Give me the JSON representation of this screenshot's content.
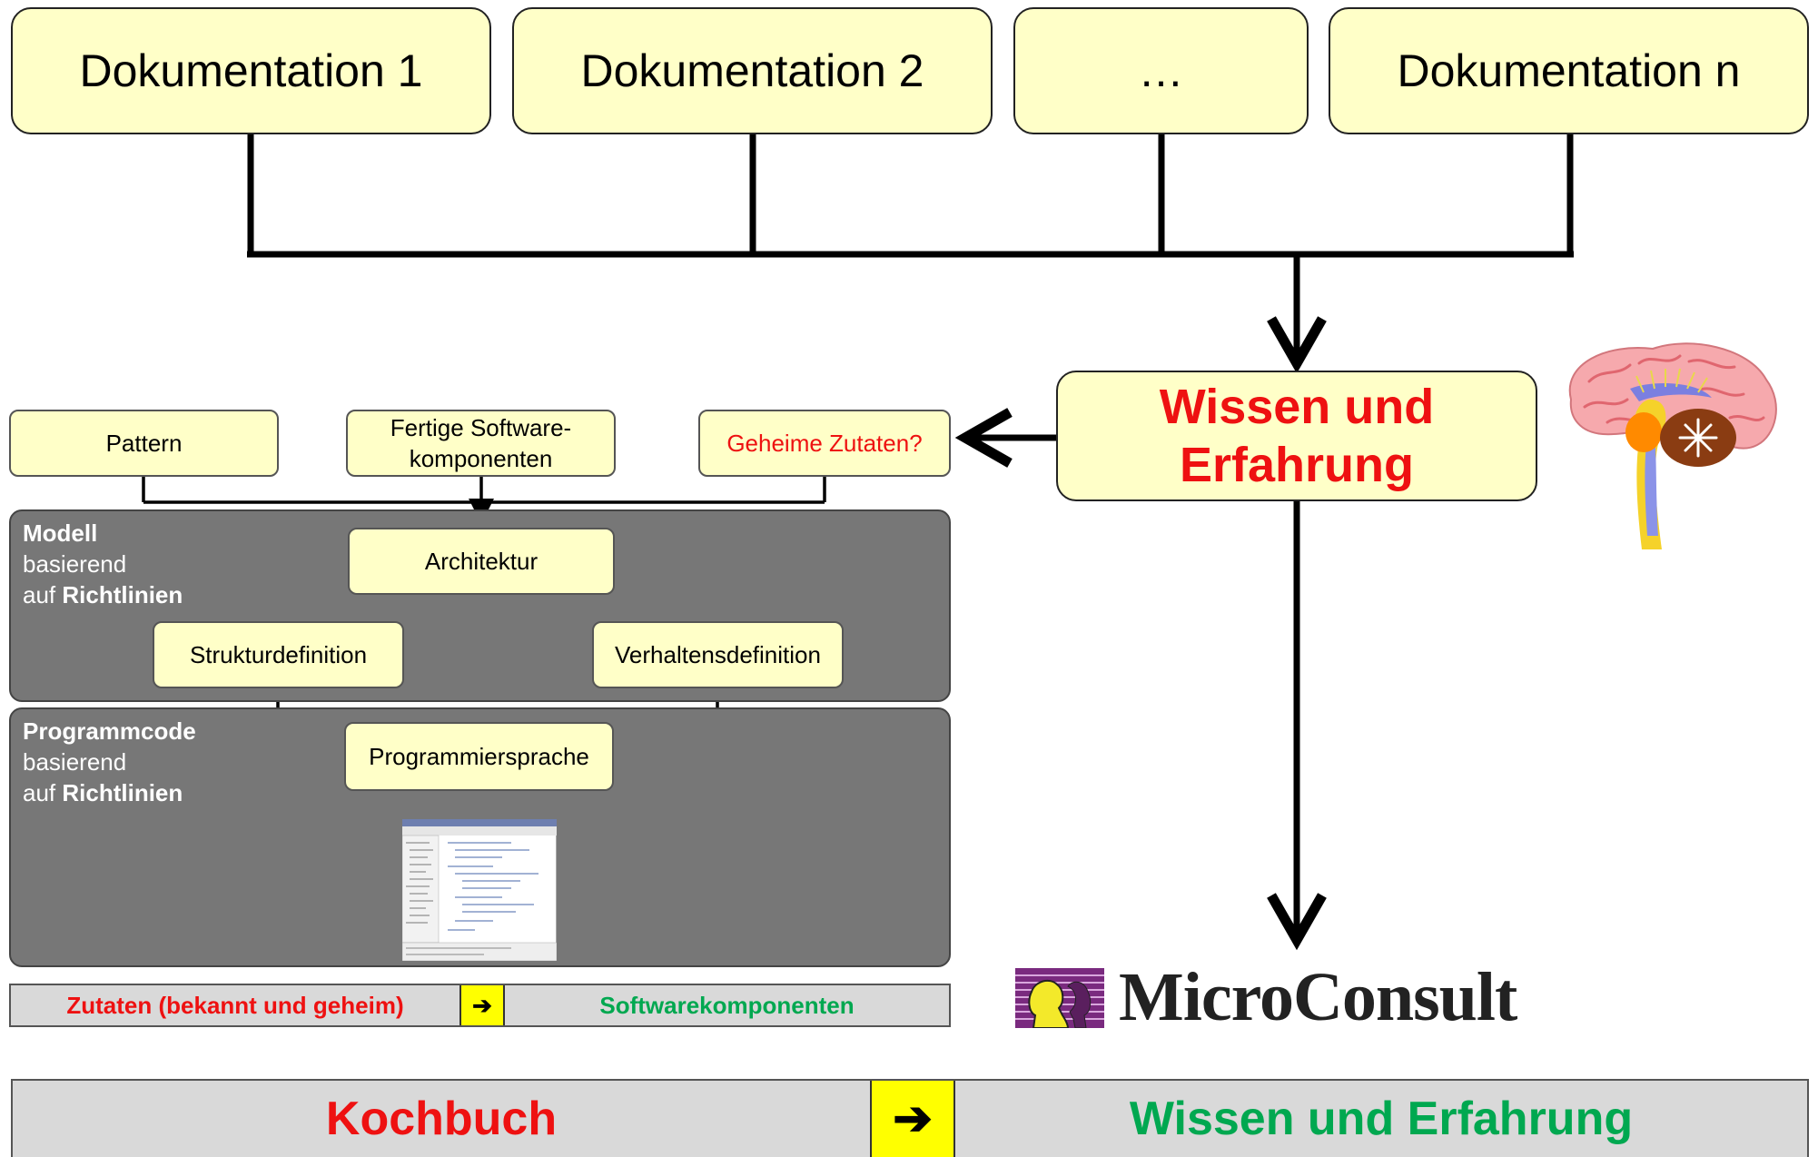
{
  "docs": [
    "Dokumentation 1",
    "Dokumentation 2",
    "…",
    "Dokumentation n"
  ],
  "knowledge": {
    "line1": "Wissen und",
    "line2": "Erfahrung"
  },
  "inputs": {
    "pattern": "Pattern",
    "components_line1": "Fertige Software-",
    "components_line2": "komponenten",
    "secret": "Geheime Zutaten?"
  },
  "model_panel": {
    "bold": "Modell",
    "line2": "basierend",
    "line3_pre": "auf ",
    "line3_bold": "Richtlinien"
  },
  "code_panel": {
    "bold": "Programmcode",
    "line2": "basierend",
    "line3_pre": "auf ",
    "line3_bold": "Richtlinien"
  },
  "nodes": {
    "architecture": "Architektur",
    "structure": "Strukturdefinition",
    "behavior": "Verhaltensdefinition",
    "language": "Programmiersprache"
  },
  "small_bar": {
    "left": "Zutaten (bekannt und geheim)",
    "arrow": "➔",
    "right": "Softwarekomponenten"
  },
  "big_bar": {
    "left": "Kochbuch",
    "arrow": "➔",
    "right": "Wissen und Erfahrung"
  },
  "logo": {
    "text": "MicroConsult"
  },
  "colors": {
    "box_fill": "#ffffc8",
    "panel": "#777777",
    "accent_red": "#ee1111",
    "accent_green": "#00a850",
    "arrow_cell": "#ffff00"
  }
}
